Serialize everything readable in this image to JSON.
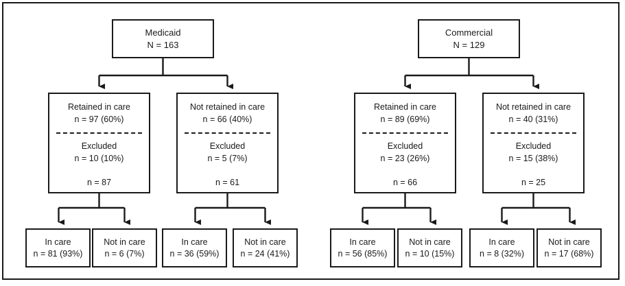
{
  "figure": {
    "type": "flowchart",
    "title_present": false,
    "border_color": "#1a1a1a",
    "background": "#ffffff"
  },
  "chart_data": {
    "type": "flowchart",
    "title": "",
    "cohorts": [
      {
        "name": "Medicaid",
        "total_label": "N = 163",
        "branches": [
          {
            "status": "Retained in care",
            "count_label": "n = 97 (60%)",
            "excluded_label": "Excluded",
            "excluded_count_label": "n = 10 (10%)",
            "remaining_label": "n = 87",
            "outcomes": [
              {
                "label": "In care",
                "value_label": "n = 81 (93%)"
              },
              {
                "label": "Not in care",
                "value_label": "n = 6 (7%)"
              }
            ]
          },
          {
            "status": "Not retained in care",
            "count_label": "n = 66 (40%)",
            "excluded_label": "Excluded",
            "excluded_count_label": "n = 5 (7%)",
            "remaining_label": "n = 61",
            "outcomes": [
              {
                "label": "In care",
                "value_label": "n = 36 (59%)"
              },
              {
                "label": "Not in care",
                "value_label": "n = 24 (41%)"
              }
            ]
          }
        ]
      },
      {
        "name": "Commercial",
        "total_label": "N = 129",
        "branches": [
          {
            "status": "Retained in care",
            "count_label": "n = 89 (69%)",
            "excluded_label": "Excluded",
            "excluded_count_label": "n = 23 (26%)",
            "remaining_label": "n = 66",
            "outcomes": [
              {
                "label": "In care",
                "value_label": "n = 56 (85%)"
              },
              {
                "label": "Not in care",
                "value_label": "n = 10 (15%)"
              }
            ]
          },
          {
            "status": "Not retained in care",
            "count_label": "n = 40 (31%)",
            "excluded_label": "Excluded",
            "excluded_count_label": "n = 15 (38%)",
            "remaining_label": "n = 25",
            "outcomes": [
              {
                "label": "In care",
                "value_label": "n = 8 (32%)"
              },
              {
                "label": "Not in care",
                "value_label": "n = 17 (68%)"
              }
            ]
          }
        ]
      }
    ]
  }
}
